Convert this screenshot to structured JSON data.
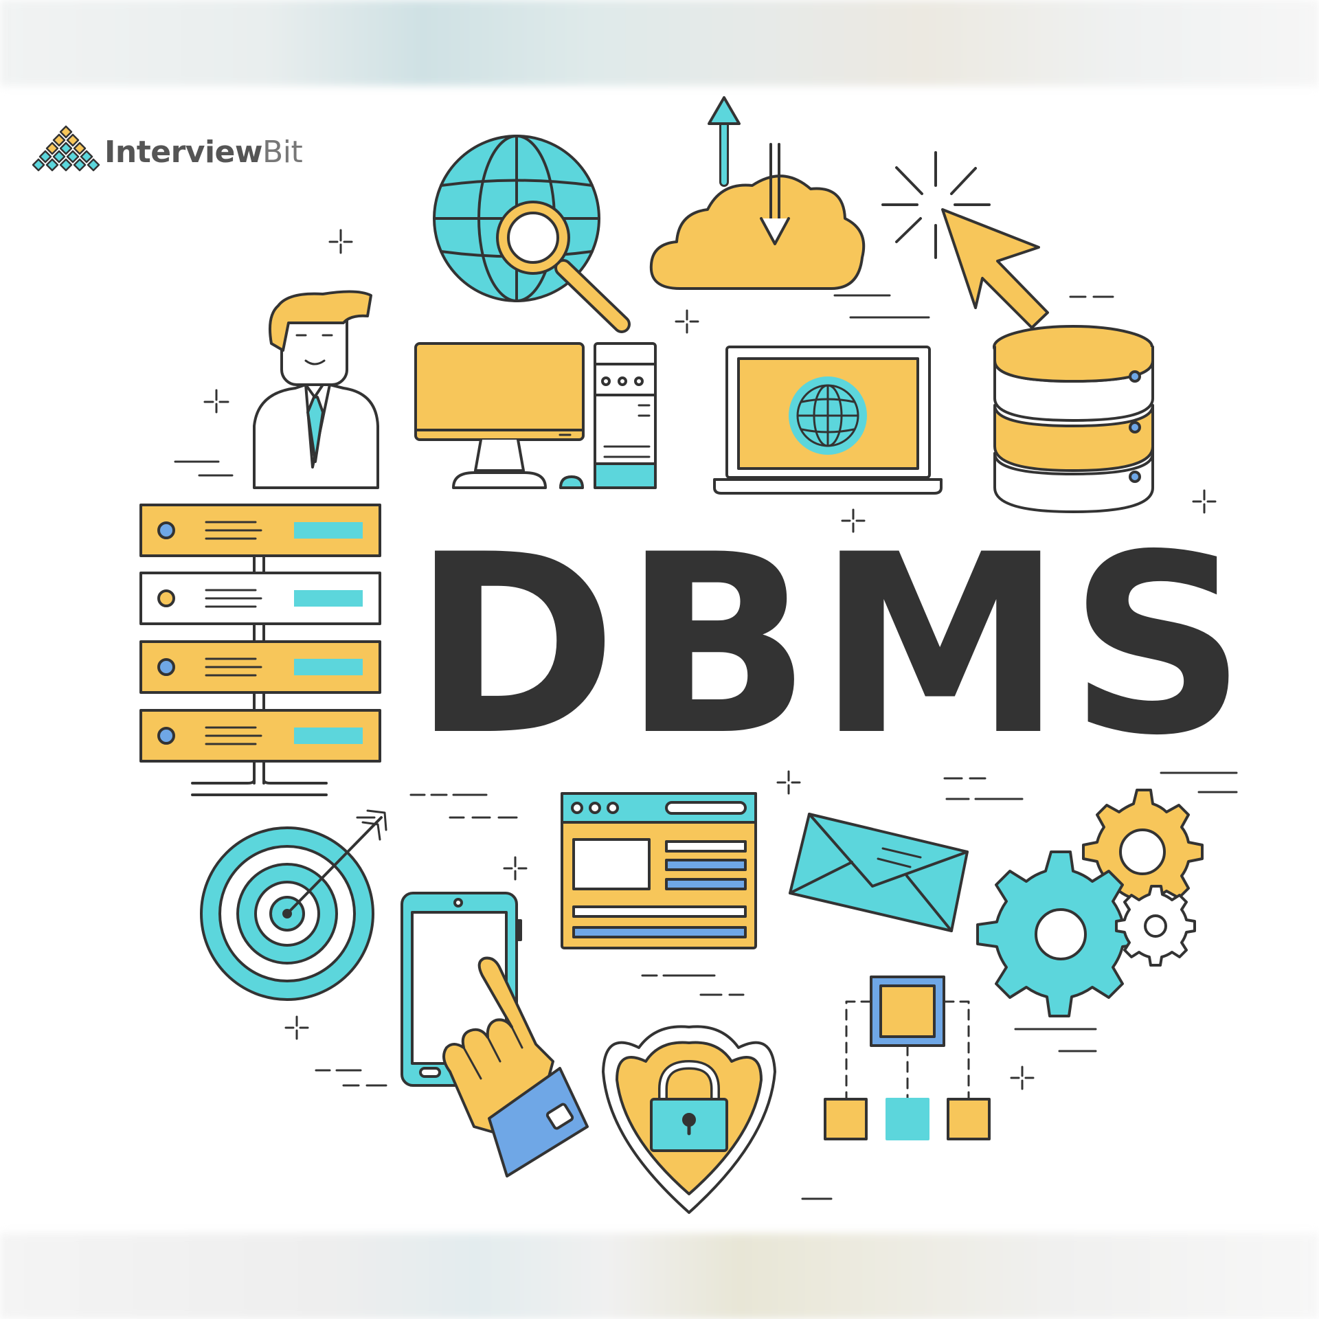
{
  "brand": {
    "name_part1": "Interview",
    "name_part2": "Bit"
  },
  "title": "DBMS",
  "colors": {
    "yellow": "#f7c65a",
    "cyan": "#5cd6dc",
    "blue": "#6fa7e6",
    "outline": "#333333",
    "title": "#333333"
  },
  "icons": [
    "globe-search-icon",
    "cloud-upload-download-icon",
    "cursor-click-icon",
    "businessman-icon",
    "desktop-computer-icon",
    "laptop-globe-icon",
    "database-icon",
    "server-rack-icon",
    "target-arrow-icon",
    "smartphone-touch-icon",
    "web-page-icon",
    "security-shield-lock-icon",
    "envelope-icon",
    "gears-icon",
    "network-hierarchy-icon"
  ]
}
